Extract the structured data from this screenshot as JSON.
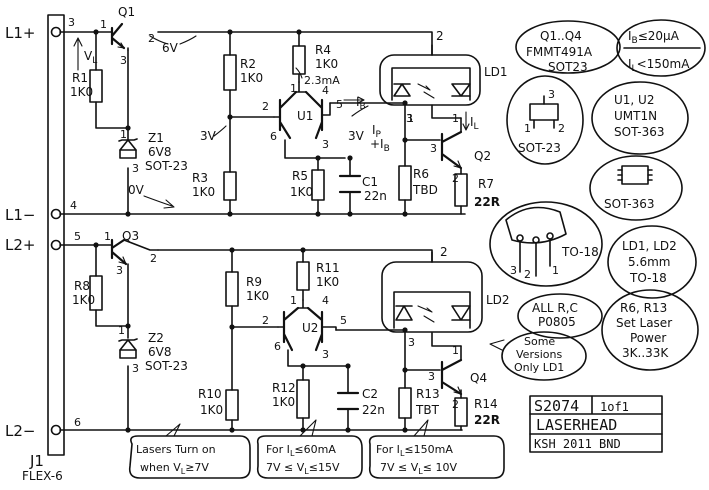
{
  "terminals": {
    "l1p": "L1+",
    "l1m": "L1−",
    "l2p": "L2+",
    "l2m": "L2−"
  },
  "connector": {
    "name": "J1",
    "type": "FLEX-6",
    "pins": [
      "3",
      "4",
      "5",
      "6"
    ]
  },
  "voltages": {
    "vl": "V",
    "vl_sub": "L",
    "v6": "6V",
    "v3": "3V",
    "v3b": "3V",
    "v0": "0V",
    "i_b": "I",
    "i_b_sub": "B",
    "ip_ib": "I",
    "ip_ib_sub": "P",
    "ip_ib_b": "+I",
    "ip_ib_b_sub": "B",
    "i_l": "I",
    "i_l_sub": "L",
    "i_23": "2.3mA"
  },
  "components": {
    "q1": "Q1",
    "q2": "Q2",
    "q3": "Q3",
    "q4": "Q4",
    "u1": "U1",
    "u2": "U2",
    "r1": "R1",
    "r1v": "1K0",
    "r2": "R2",
    "r2v": "1K0",
    "r3": "R3",
    "r3v": "1K0",
    "r4": "R4",
    "r4v": "1K0",
    "r5": "R5",
    "r5v": "1K0",
    "r6": "R6",
    "r6v": "TBD",
    "r7": "R7",
    "r7v": "22R",
    "r8": "R8",
    "r8v": "1K0",
    "r9": "R9",
    "r9v": "1K0",
    "r10": "R10",
    "r10v": "1K0",
    "r11": "R11",
    "r11v": "1K0",
    "r12": "R12",
    "r12v": "1K0",
    "r13": "R13",
    "r13v": "TBT",
    "r14": "R14",
    "r14v": "22R",
    "c1": "C1",
    "c1v": "22n",
    "c2": "C2",
    "c2v": "22n",
    "z1": "Z1",
    "z1v": "6V8",
    "z1p": "SOT-23",
    "z2": "Z2",
    "z2v": "6V8",
    "z2p": "SOT-23",
    "ld1": "LD1",
    "ld2": "LD2"
  },
  "notes": {
    "q_pkg": [
      "Q1..Q4",
      "FMMT491A",
      "SOT23"
    ],
    "ib_lim": [
      "I",
      "B",
      "≤20µA"
    ],
    "il_lim": [
      "I",
      "L",
      "<150mA"
    ],
    "sot23": "SOT-23",
    "u_pkg": [
      "U1, U2",
      "UMT1N",
      "SOT-363"
    ],
    "sot363": "SOT-363",
    "to18": "TO-18",
    "ld_pkg": [
      "LD1, LD2",
      "5.6mm",
      "TO-18"
    ],
    "rc_pkg": [
      "ALL R,C",
      "P0805"
    ],
    "versions": [
      "Some",
      "Versions",
      "Only LD1"
    ],
    "r6r13": [
      "R6, R13",
      "Set Laser",
      "Power",
      "3K..33K"
    ],
    "turn_on": [
      "Lasers Turn on",
      "when V",
      "L",
      "≥7V"
    ],
    "ldz60": [
      "For I",
      "L",
      "≤60mA",
      "7V ≤ V",
      "L",
      "≤15V"
    ],
    "ldz150": [
      "For I",
      "L",
      "≤150mA",
      "7V ≤ V",
      "L",
      "≤ 10V"
    ]
  },
  "title_block": {
    "number": "S2074",
    "sheet": "1of1",
    "title": "LASERHEAD",
    "footer": "KSH 2011 BND"
  }
}
